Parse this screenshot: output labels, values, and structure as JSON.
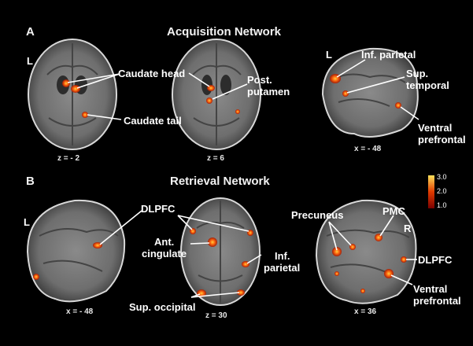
{
  "panels": {
    "a": {
      "letter": "A",
      "title": "Acquisition Network"
    },
    "b": {
      "letter": "B",
      "title": "Retrieval Network"
    }
  },
  "side_labels": {
    "left": "L",
    "right": "R"
  },
  "coordinates": {
    "a_axial1": "z = - 2",
    "a_axial2": "z = 6",
    "a_sagittal": "x = - 48",
    "b_sagittal1": "x = - 48",
    "b_axial": "z = 30",
    "b_sagittal2": "x = 36"
  },
  "regions": {
    "caudate_head": "Caudate head",
    "caudate_tail": "Caudate tail",
    "post_putamen_1": "Post.",
    "post_putamen_2": "putamen",
    "inf_parietal_a": "Inf. parietal",
    "sup_temporal_1": "Sup.",
    "sup_temporal_2": "temporal",
    "ventral_prefrontal_a_1": "Ventral",
    "ventral_prefrontal_a_2": "prefrontal",
    "dlpfc_b1": "DLPFC",
    "ant_cingulate_1": "Ant.",
    "ant_cingulate_2": "cingulate",
    "inf_parietal_b_1": "Inf.",
    "inf_parietal_b_2": "parietal",
    "sup_occipital": "Sup. occipital",
    "precuneus": "Precuneus",
    "pmc": "PMC",
    "dlpfc_b2": "DLPFC",
    "ventral_prefrontal_b_1": "Ventral",
    "ventral_prefrontal_b_2": "prefrontal"
  },
  "colorbar": {
    "max": "3.0",
    "mid": "2.0",
    "min": "1.0"
  },
  "colors": {
    "hot_low": "#7a0000",
    "hot_mid": "#e03a00",
    "hot_high": "#ffe25a",
    "background": "#000000"
  }
}
